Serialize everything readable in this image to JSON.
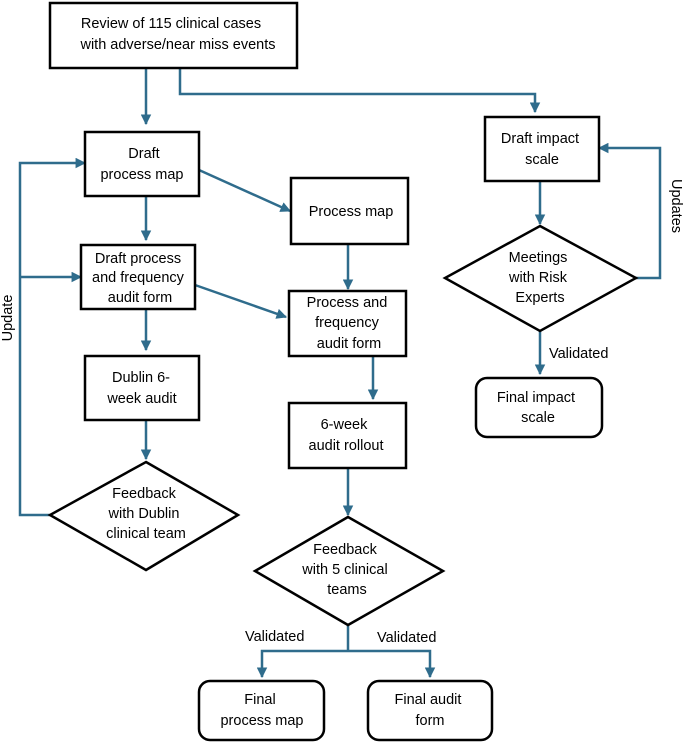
{
  "nodes": {
    "review": [
      "Review of 115 clinical cases",
      "with adverse/near miss events"
    ],
    "draft_process_map": [
      "Draft",
      "process map"
    ],
    "draft_audit_form": [
      "Draft process",
      "and frequency",
      "audit form"
    ],
    "dublin_audit": [
      "Dublin 6-",
      "week audit"
    ],
    "feedback_dublin": [
      "Feedback",
      "with Dublin",
      "clinical team"
    ],
    "process_map": [
      "Process map"
    ],
    "audit_form": [
      "Process and",
      "frequency",
      "audit form"
    ],
    "rollout": [
      "6-week",
      "audit rollout"
    ],
    "feedback_5": [
      "Feedback",
      "with 5 clinical",
      "teams"
    ],
    "final_process_map": [
      "Final",
      "process map"
    ],
    "final_audit_form": [
      "Final audit",
      "form"
    ],
    "draft_impact": [
      "Draft impact",
      "scale"
    ],
    "meetings": [
      "Meetings",
      "with Risk",
      "Experts"
    ],
    "final_impact": [
      "Final impact",
      "scale"
    ]
  },
  "edge_labels": {
    "update": "Update",
    "updates": "Updates",
    "validated_impact": "Validated",
    "validated_left": "Validated",
    "validated_right": "Validated"
  },
  "colors": {
    "connector": "#2f6c8c",
    "border": "#000000"
  }
}
